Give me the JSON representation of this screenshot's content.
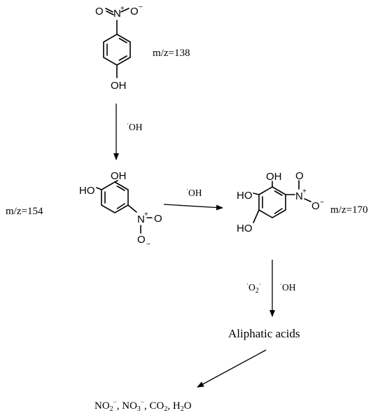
{
  "molecules": {
    "nitrophenol": {
      "mz": "m/z=138",
      "nitro": "N",
      "nitro_o_left": "O",
      "nitro_o_right": "O",
      "nitro_plus": "+",
      "nitro_minus": "−",
      "oh": "OH"
    },
    "nitrocatechol": {
      "mz": "m/z=154",
      "oh_top": "OH",
      "oh_left": "HO",
      "nitro": "N",
      "nitro_plus": "+",
      "nitro_o_right": "O",
      "nitro_o_bottom": "O",
      "nitro_minus": "−"
    },
    "nitropyrogallol": {
      "mz": "m/z=170",
      "oh_top": "OH",
      "oh_left1": "HO",
      "oh_left2": "HO",
      "nitro": "N",
      "nitro_plus": "+",
      "nitro_o_top": "O",
      "nitro_o_right": "O",
      "nitro_minus": "−"
    }
  },
  "arrows": {
    "step1": {
      "dot": "·",
      "label": "OH"
    },
    "step2": {
      "dot": "·",
      "label": "OH"
    },
    "step3": {
      "dot1": "·",
      "label1": "O",
      "label1_sub": "2",
      "label1_sup": "·",
      "dot2": "·",
      "label2": "OH"
    }
  },
  "aliphatic": "Aliphatic acids",
  "final_products": {
    "no2": "NO",
    "no2_sub": "2",
    "no2_sup": "−",
    "sep1": ", ",
    "no3": "NO",
    "no3_sub": "3",
    "no3_sup": "−",
    "sep2": ", ",
    "co2": "CO",
    "co2_sub": "2",
    "sep3": ", ",
    "h2o": "H",
    "h2o_sub": "2",
    "h2o_rest": "O"
  }
}
